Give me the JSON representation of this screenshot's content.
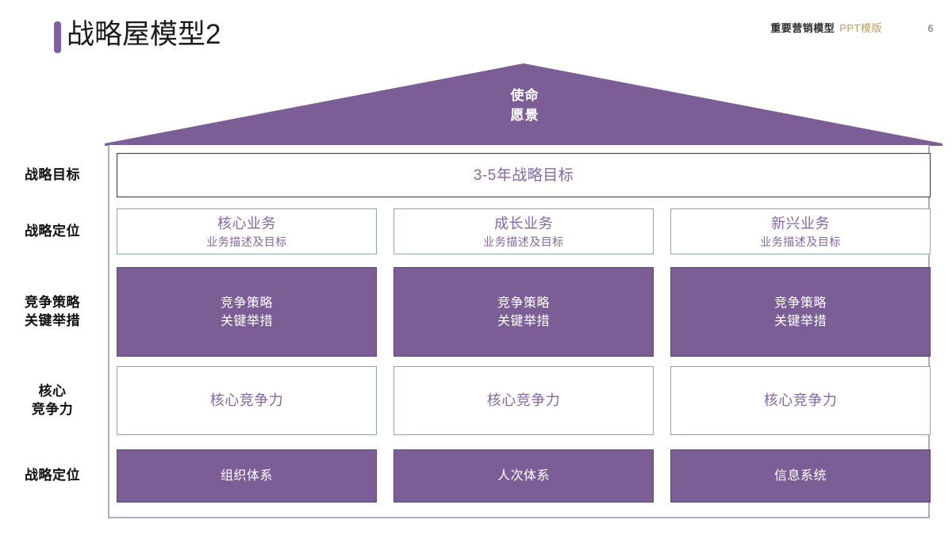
{
  "header": {
    "title": "战略屋模型2",
    "brand_main": "重要营销模型",
    "brand_sub": "PPT模版",
    "page_number": "6",
    "accent_color": "#7d60a0",
    "brand_sub_color": "#b79b5b"
  },
  "roof": {
    "line1": "使命",
    "line2": "愿景",
    "fill_color": "#7b5e96",
    "text_color": "#ffffff"
  },
  "colors": {
    "purple_fill": "#7b5e96",
    "purple_text": "#8467a6",
    "blue_border": "#8ea5b8",
    "dark_border": "#3a3244",
    "frame_border": "#b9a4cb"
  },
  "rows": [
    {
      "label": "战略目标",
      "style": "outline-dark",
      "cells": [
        {
          "main": "3-5年战略目标",
          "sub": ""
        }
      ]
    },
    {
      "label": "战略定位",
      "style": "outline-blue",
      "cells": [
        {
          "main": "核心业务",
          "sub": "业务描述及目标"
        },
        {
          "main": "成长业务",
          "sub": "业务描述及目标"
        },
        {
          "main": "新兴业务",
          "sub": "业务描述及目标"
        }
      ]
    },
    {
      "label": "竞争策略\n关键举措",
      "style": "filled",
      "cells": [
        {
          "main": "竞争策略",
          "sub": "关键举措"
        },
        {
          "main": "竞争策略",
          "sub": "关键举措"
        },
        {
          "main": "竞争策略",
          "sub": "关键举措"
        }
      ]
    },
    {
      "label": "核心\n竞争力",
      "style": "outline-blue",
      "cells": [
        {
          "main": "核心竞争力",
          "sub": ""
        },
        {
          "main": "核心竞争力",
          "sub": ""
        },
        {
          "main": "核心竞争力",
          "sub": ""
        }
      ]
    },
    {
      "label": "战略定位",
      "style": "filled",
      "cells": [
        {
          "main": "组织体系",
          "sub": ""
        },
        {
          "main": "人次体系",
          "sub": ""
        },
        {
          "main": "信息系统",
          "sub": ""
        }
      ]
    }
  ]
}
